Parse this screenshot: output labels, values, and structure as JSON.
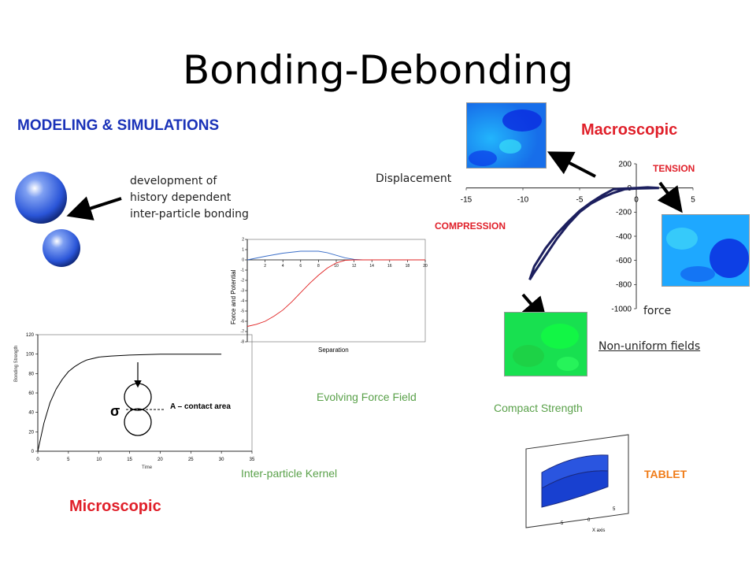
{
  "title": "Bonding-Debonding",
  "modeling_heading": "MODELING & SIMULATIONS",
  "bonding_note": [
    "development of",
    "history dependent",
    "inter-particle bonding"
  ],
  "microscopic": "Microscopic",
  "macroscopic": "Macroscopic",
  "captions": {
    "kernel": "Inter-particle Kernel",
    "force_field": "Evolving Force Field",
    "compact_strength": "Compact Strength",
    "non_uniform": "Non-uniform fields",
    "displacement": "Displacement",
    "force": "force",
    "tension": "TENSION",
    "compression": "COMPRESSION",
    "tablet": "TABLET",
    "contact_area": "A – contact area",
    "sigma": "σ"
  },
  "colors": {
    "heading_blue": "#1a32b8",
    "red": "#e0202a",
    "orange": "#f07c18",
    "green": "#5aa14a",
    "curve_navy": "#1c1f5e",
    "sphere_blue": "#2a55d8"
  },
  "chart_data": [
    {
      "type": "line",
      "xlabel": "Time",
      "ylabel": "Bonding Strength",
      "xlim": [
        0,
        35
      ],
      "ylim": [
        0,
        120
      ],
      "x_ticks": [
        "0",
        "5",
        "10",
        "15",
        "20",
        "25",
        "30",
        "35"
      ],
      "y_ticks": [
        "0",
        "20",
        "40",
        "60",
        "80",
        "100",
        "120"
      ],
      "series": [
        {
          "x": [
            0,
            1,
            2,
            3,
            4,
            5,
            6,
            7,
            8,
            10,
            12,
            15,
            20,
            25,
            30
          ],
          "y": [
            0,
            29,
            50,
            64,
            74,
            82,
            87,
            91,
            94,
            97,
            98,
            99,
            100,
            100,
            100
          ]
        }
      ]
    },
    {
      "type": "line",
      "xlabel": "Separation",
      "ylabel": "Force and Potential",
      "xlim": [
        0,
        20
      ],
      "ylim": [
        -8,
        2
      ],
      "x_ticks": [
        "2",
        "4",
        "6",
        "8",
        "10",
        "12",
        "14",
        "16",
        "18",
        "20"
      ],
      "y_ticks": [
        "2",
        "1",
        "0",
        "-1",
        "-2",
        "-3",
        "-4",
        "-5",
        "-6",
        "-7",
        "-8"
      ],
      "series": [
        {
          "x": [
            0,
            2,
            4,
            6,
            8,
            9,
            10,
            11,
            12,
            13,
            20
          ],
          "y": [
            0,
            0.35,
            0.65,
            0.85,
            0.85,
            0.7,
            0.45,
            0.2,
            0.05,
            0,
            0
          ]
        },
        {
          "x": [
            0,
            1,
            2,
            3,
            4,
            5,
            6,
            7,
            8,
            9,
            10,
            11,
            12,
            13,
            20
          ],
          "y": [
            -6.5,
            -6.3,
            -6.0,
            -5.5,
            -4.9,
            -4.1,
            -3.2,
            -2.3,
            -1.5,
            -0.8,
            -0.3,
            -0.05,
            0,
            0,
            0
          ]
        }
      ]
    },
    {
      "type": "line",
      "xlabel": "Displacement",
      "ylabel": "force",
      "xlim": [
        -15,
        5
      ],
      "ylim": [
        -1000,
        200
      ],
      "x_ticks": [
        "-15",
        "-10",
        "-5",
        "0",
        "5"
      ],
      "y_ticks": [
        "200",
        "0",
        "-200",
        "-400",
        "-600",
        "-800",
        "-1000"
      ],
      "series": [
        {
          "x": [
            2,
            0,
            -1,
            -2,
            -3,
            -4,
            -5,
            -6,
            -7,
            -8,
            -9,
            -9.4,
            -9,
            -8,
            -7,
            -6,
            -5,
            -4,
            -3,
            -2,
            -1,
            0,
            1,
            2
          ],
          "y": [
            0,
            -5,
            -10,
            -40,
            -80,
            -130,
            -200,
            -300,
            -420,
            -560,
            -700,
            -760,
            -650,
            -500,
            -380,
            -280,
            -190,
            -120,
            -60,
            -10,
            -5,
            0,
            5,
            0
          ]
        }
      ]
    }
  ]
}
